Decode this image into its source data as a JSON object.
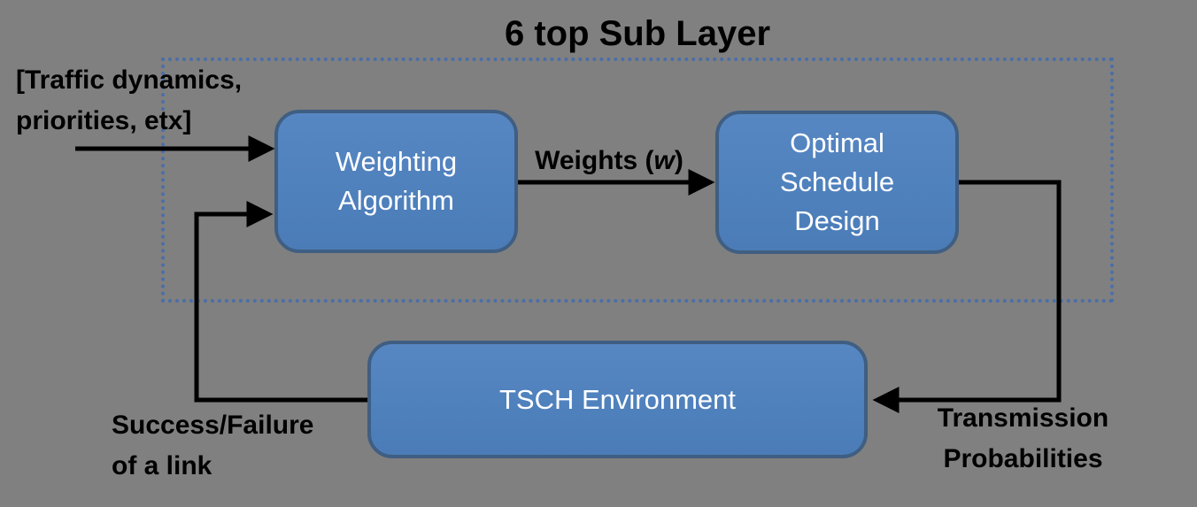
{
  "diagram": {
    "title": "6 top Sub Layer"
  },
  "boxes": {
    "weighting": {
      "lines": [
        "Weighting",
        "Algorithm"
      ]
    },
    "optimal": {
      "lines": [
        "Optimal",
        "Schedule",
        "Design"
      ]
    },
    "tsch": {
      "lines": [
        "TSCH Environment"
      ]
    }
  },
  "labels": {
    "traffic": [
      "[Traffic dynamics,",
      "priorities, etx]"
    ],
    "weights": {
      "prefix": "Weights (",
      "var": "w",
      "suffix": ")"
    },
    "success": [
      "Success/Failure",
      "of a link"
    ],
    "transmission": [
      "Transmission",
      "Probabilities"
    ]
  },
  "colors": {
    "background": "#808080",
    "box_fill": "#4F81BD",
    "box_border": "#3F5E82",
    "dotted_border": "#4A6EA9",
    "arrow": "#000000",
    "box_text": "#FFFFFF",
    "label_text": "#000000"
  }
}
